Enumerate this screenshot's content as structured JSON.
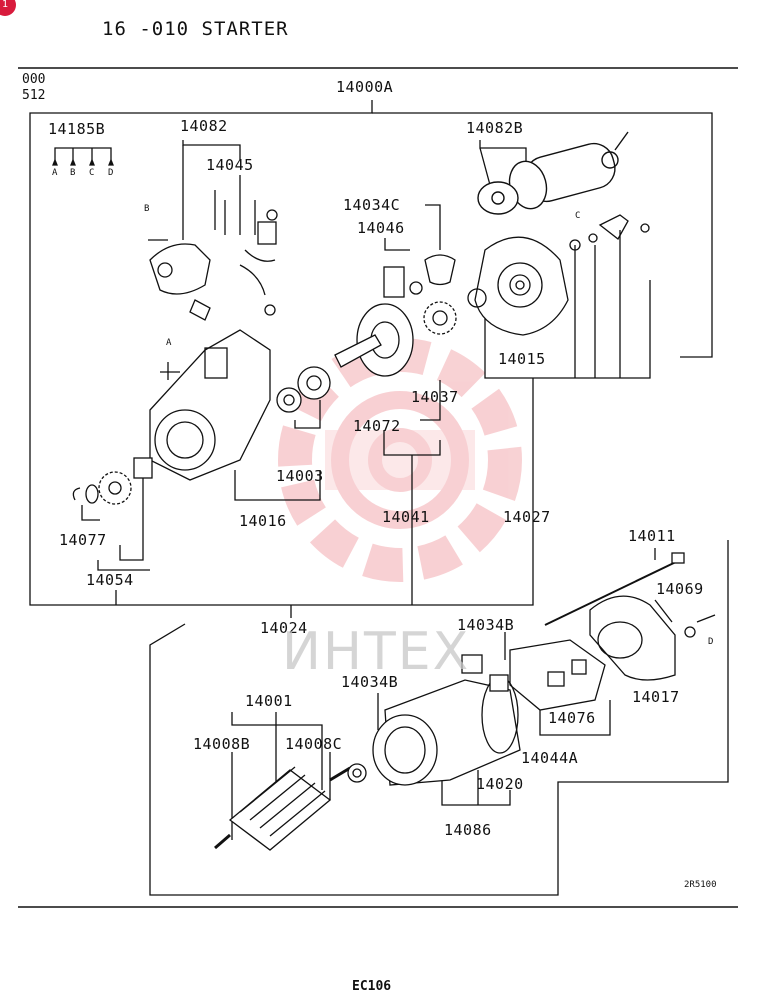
{
  "header": {
    "title": "16 -010  STARTER",
    "code_line1": "000",
    "code_line2": "512",
    "corner_badge": "1"
  },
  "diagram": {
    "assembly": "14000A",
    "parts": {
      "p14185B": "14185B",
      "p14082": "14082",
      "p14045": "14045",
      "p14082B": "14082B",
      "p14034C": "14034C",
      "p14046": "14046",
      "p14015": "14015",
      "p14037": "14037",
      "p14072": "14072",
      "p14003": "14003",
      "p14016": "14016",
      "p14041": "14041",
      "p14027": "14027",
      "p14077": "14077",
      "p14054": "14054",
      "p14024": "14024",
      "p14011": "14011",
      "p14069": "14069",
      "p14034B_top": "14034B",
      "p14034B_mid": "14034B",
      "p14017": "14017",
      "p14001": "14001",
      "p14076": "14076",
      "p14008B": "14008B",
      "p14008C": "14008C",
      "p14044A": "14044A",
      "p14020": "14020",
      "p14086": "14086"
    },
    "callouts": {
      "a": "A",
      "b": "B",
      "c": "C",
      "d": "D",
      "a_small": "A",
      "b_small": "B",
      "c_small": "C",
      "d_small": "D"
    },
    "watermark": "ИНТЕХ",
    "figure_code": "2R5100"
  },
  "footer": {
    "page_code": "EC106"
  }
}
